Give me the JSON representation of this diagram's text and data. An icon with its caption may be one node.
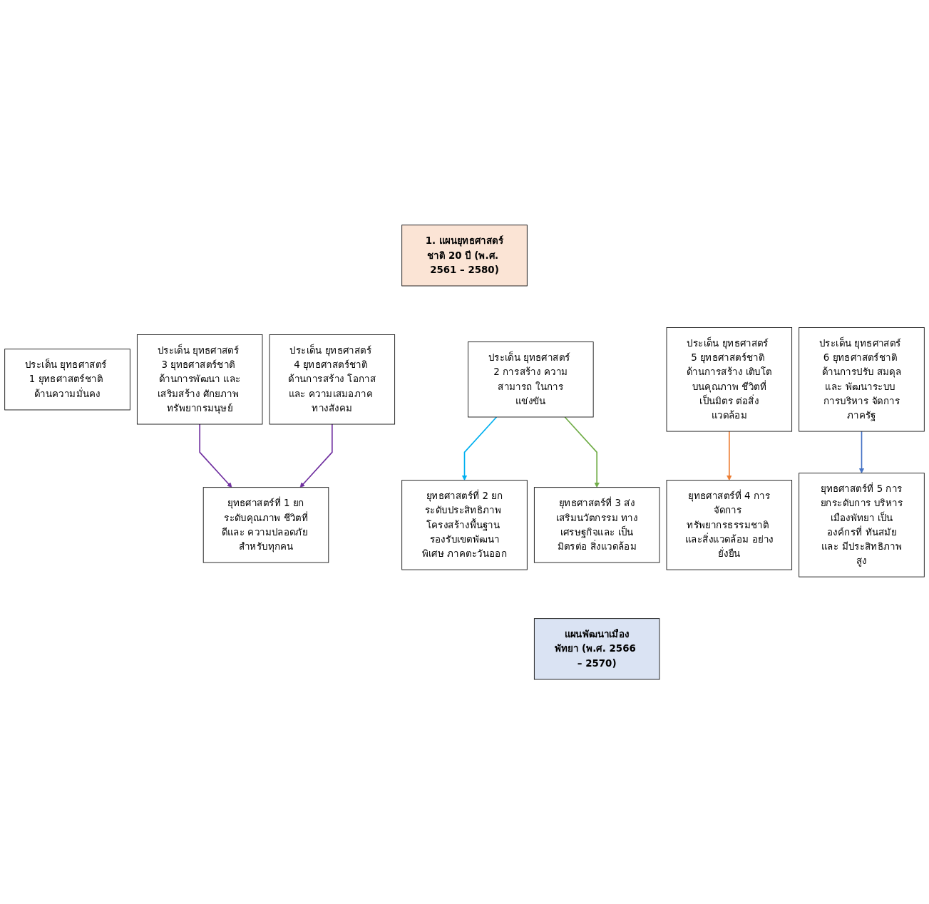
{
  "diagram": {
    "nodes": [
      {
        "text": [
          "1. แผนยุทธศาสตร์ชาติ 20 ปี (พ.ศ. 2561 – 2580)"
        ]
      },
      {
        "text": [
          "ประเด็น ยุทธศาสตร์ 1 ยุทธศาสตร์ชาติ ด้านความมั่นคง"
        ]
      },
      {
        "text": [
          "ประเด็น ยุทธศาสตร์ 2 การสร้าง ความสามารถ ในการแข่งขัน"
        ]
      },
      {
        "text": [
          "ประเด็น ยุทธศาสตร์ 3 ยุทธศาสตร์ชาติ ด้านการพัฒนา และเสริมสร้าง ศักยภาพ ทรัพยากรมนุษย์"
        ]
      },
      {
        "text": [
          "ประเด็น ยุทธศาสตร์ 4 ยุทธศาสตร์ชาติ ด้านการสร้าง โอกาสและ ความเสมอภาค ทางสังคม"
        ]
      },
      {
        "text": [
          "ประเด็น ยุทธศาสตร์ 5 ยุทธศาสตร์ชาติ ด้านการสร้าง เติบโตบนคุณภาพ ชีวิตที่เป็นมิตร ต่อสิ่งแวดล้อม"
        ]
      },
      {
        "text": [
          "ประเด็น ยุทธศาสตร์ 6 ยุทธศาสตร์ชาติ ด้านการปรับ สมดุลและ พัฒนาระบบ การบริหาร จัดการภาครัฐ"
        ]
      },
      {
        "text": [
          "ยุทธศาสตร์ที่ 1 ยกระดับคุณภาพ ชีวิตที่ดีและ ความปลอดภัย สำหรับทุกคน"
        ]
      },
      {
        "text": [
          "ยุทธศาสตร์ที่ 2 ยกระดับประสิทธิภาพ โครงสร้างพื้นฐาน รองรับเขตพัฒนาพิเศษ ภาคตะวันออก"
        ]
      },
      {
        "text": [
          "ยุทธศาสตร์ที่ 3 ส่งเสริมนวัตกรรม ทางเศรษฐกิจและ เป็นมิตรต่อ สิ่งแวดล้อม"
        ]
      },
      {
        "text": [
          "ยุทธศาสตร์ที่ 4 การจัดการ ทรัพยากรธรรมชาติ และสิ่งแวดล้อม อย่างยั่งยืน"
        ]
      },
      {
        "text": [
          "ยุทธศาสตร์ที่ 5 การยกระดับการ บริหารเมืองพัทยา เป็นองค์กรที่ ทันสมัยและ มีประสิทธิภาพสูง"
        ]
      },
      {
        "text": [
          "แผนพัฒนาเมืองพัทยา (พ.ศ. 2566 – 2570)"
        ]
      }
    ],
    "edges": [
      {
        "from": 2,
        "to": 8,
        "arrow": "to",
        "color": "#00b0f0"
      },
      {
        "from": 2,
        "to": 9,
        "arrow": "to",
        "color": "#70ad47"
      },
      {
        "from": 3,
        "to": 7,
        "arrow": "to",
        "color": "#7030a0"
      },
      {
        "from": 4,
        "to": 7,
        "arrow": "to",
        "color": "#7030a0"
      },
      {
        "from": 5,
        "to": 10,
        "arrow": "to",
        "color": "#ed7d31"
      },
      {
        "from": 6,
        "to": 11,
        "arrow": "to",
        "color": "#4472c4"
      }
    ]
  }
}
